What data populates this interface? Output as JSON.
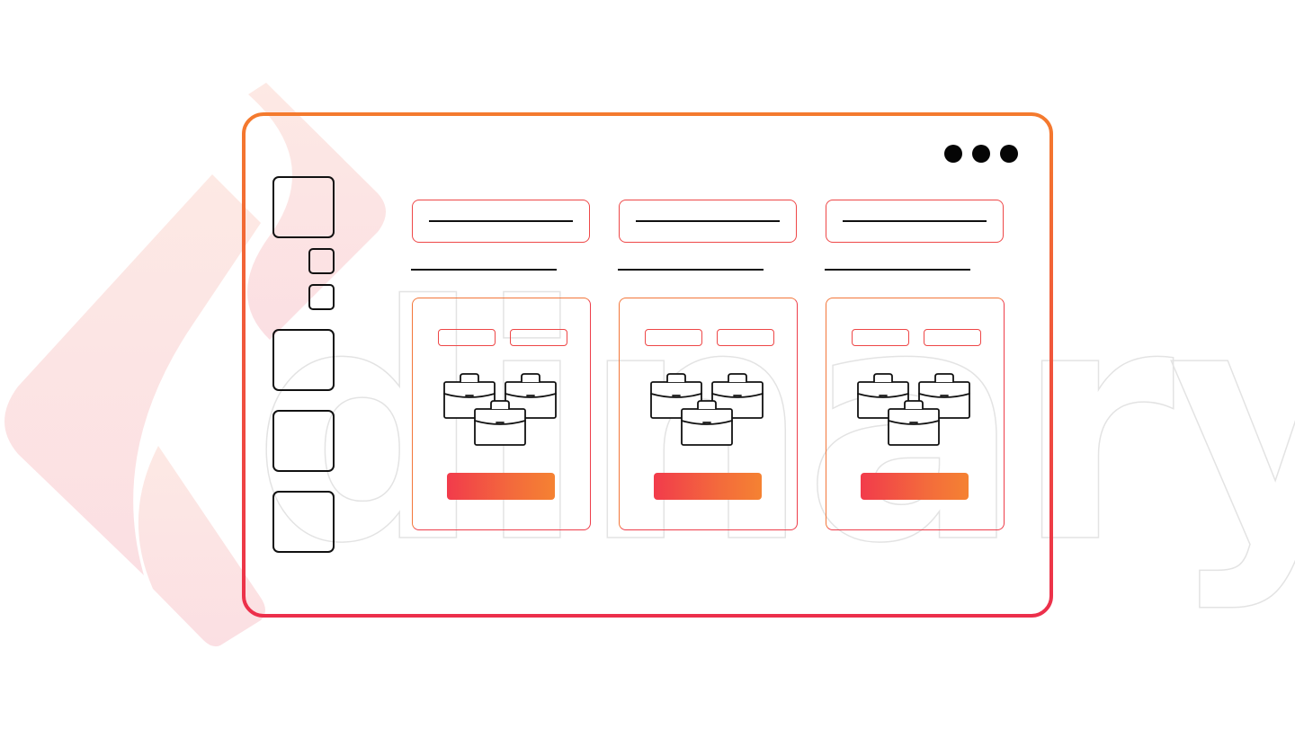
{
  "brand": {
    "wordmark": "dinarys",
    "accent_orange": "#F47A2E",
    "accent_red": "#EC2F4B",
    "logo_tint": "#FBE3E1",
    "wordmark_stroke": "#E3E3E3"
  },
  "window": {
    "controls": [
      "dot",
      "dot",
      "dot"
    ],
    "sidebar": {
      "items": [
        {
          "icon": "large-square"
        },
        {
          "icon": "small-square"
        },
        {
          "icon": "small-square"
        },
        {
          "icon": "large-square"
        },
        {
          "icon": "large-square"
        },
        {
          "icon": "large-square"
        }
      ]
    },
    "tabs": [
      {
        "label": ""
      },
      {
        "label": ""
      },
      {
        "label": ""
      }
    ],
    "cards": [
      {
        "chips": [
          "",
          ""
        ],
        "icon": "briefcases-icon",
        "button_label": ""
      },
      {
        "chips": [
          "",
          ""
        ],
        "icon": "briefcases-icon",
        "button_label": ""
      },
      {
        "chips": [
          "",
          ""
        ],
        "icon": "briefcases-icon",
        "button_label": ""
      }
    ]
  }
}
